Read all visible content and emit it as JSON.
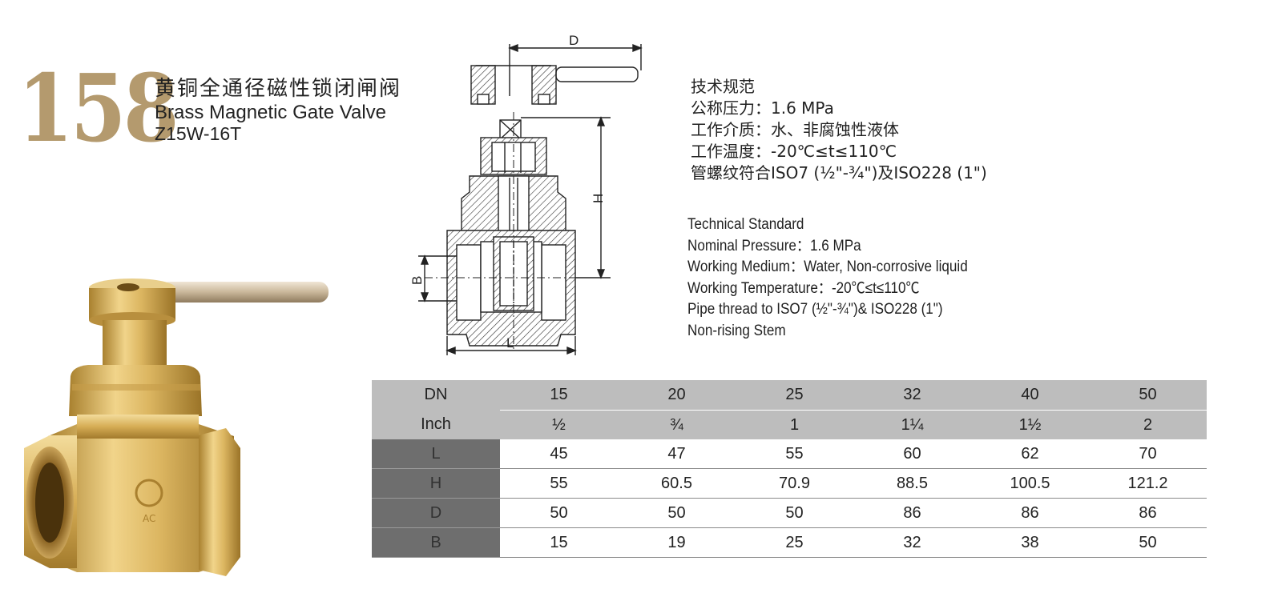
{
  "header": {
    "number": "158",
    "title_cn": "黄铜全通径磁性锁闭闸阀",
    "title_en": "Brass Magnetic Gate Valve",
    "model": "Z15W-16T"
  },
  "drawing": {
    "labels": {
      "d": "D",
      "h": "H",
      "b": "B",
      "l": "L"
    }
  },
  "spec_cn": [
    "技术规范",
    "公称压力：1.6 MPa",
    "工作介质：水、非腐蚀性液体",
    "工作温度：-20℃≤t≤110℃",
    "管螺纹符合ISO7 (½\"-¾\")及ISO228 (1\")"
  ],
  "spec_en": [
    "Technical Standard",
    "Nominal Pressure：1.6 MPa",
    "Working Medium：Water, Non-corrosive liquid",
    "Working Temperature：-20℃≤t≤110℃",
    "Pipe thread to ISO7 (½\"-¾\")& ISO228 (1\")",
    "Non-rising Stem"
  ],
  "table": {
    "dn_label": "DN",
    "dn": [
      "15",
      "20",
      "25",
      "32",
      "40",
      "50"
    ],
    "inch_label": "Inch",
    "inch": [
      "½",
      "¾",
      "1",
      "1¼",
      "1½",
      "2"
    ],
    "rows": [
      {
        "label": "L",
        "values": [
          "45",
          "47",
          "55",
          "60",
          "62",
          "70"
        ]
      },
      {
        "label": "H",
        "values": [
          "55",
          "60.5",
          "70.9",
          "88.5",
          "100.5",
          "121.2"
        ]
      },
      {
        "label": "D",
        "values": [
          "50",
          "50",
          "50",
          "86",
          "86",
          "86"
        ]
      },
      {
        "label": "B",
        "values": [
          "15",
          "19",
          "25",
          "32",
          "38",
          "50"
        ]
      }
    ]
  },
  "colors": {
    "title_number": "#b49a6e",
    "header_gray": "#bdbdbd",
    "label_dark": "#6e6e6e",
    "brass": "#d9b45a"
  }
}
